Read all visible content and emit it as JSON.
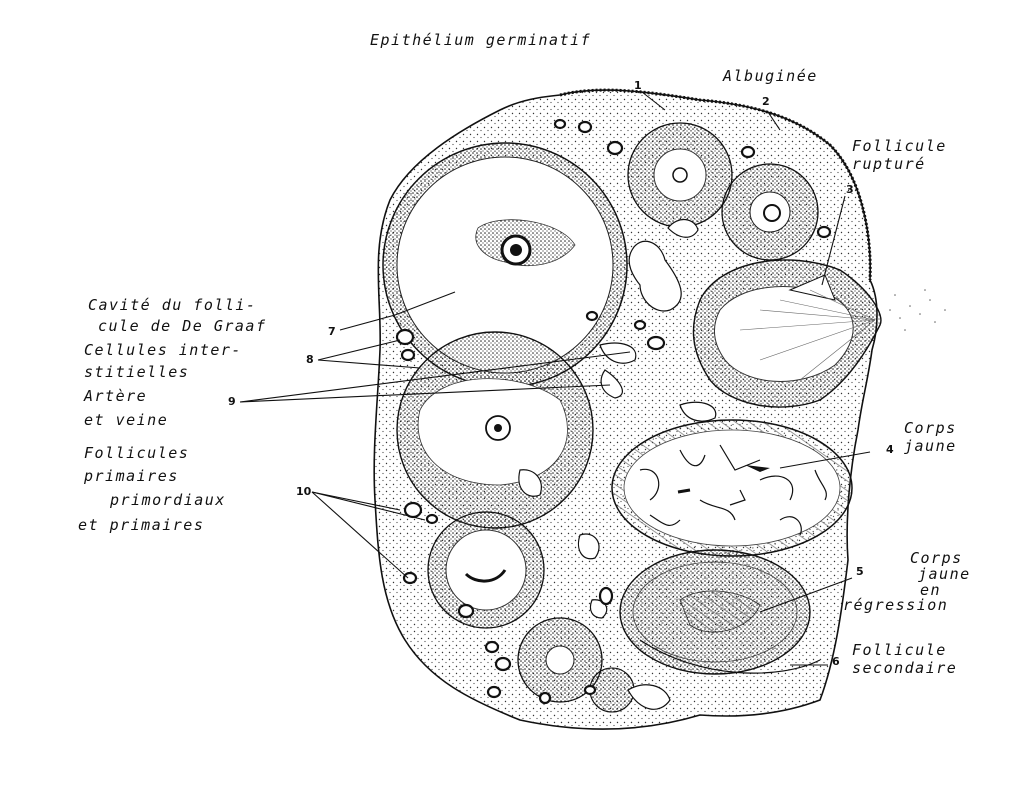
{
  "labels": {
    "epithelium": "Epithélium germinatif",
    "albuginee": "Albuginée",
    "follicule_rupture_1": "Follicule",
    "follicule_rupture_2": "rupturé",
    "cavite_1": "Cavité du folli-",
    "cavite_2": "cule de De Graaf",
    "cellules_1": "Cellules inter-",
    "cellules_2": "stitielles",
    "artere": "Artère",
    "veine": "et veine",
    "follicules_primaires_1": "Follicules",
    "follicules_primaires_2": "primaires",
    "primordiaux": "primordiaux",
    "et_primaires": "et primaires",
    "corps_jaune_1": "Corps",
    "corps_jaune_2": "jaune",
    "regression_1": "Corps",
    "regression_2": "jaune",
    "regression_3": "en",
    "regression_4": "régression",
    "secondaire_1": "Follicule",
    "secondaire_2": "secondaire"
  },
  "numbers": {
    "n1": "1",
    "n2": "2",
    "n3": "3",
    "n4": "4",
    "n5": "5",
    "n6": "6",
    "n7": "7",
    "n8": "8",
    "n9": "9",
    "n10": "10"
  }
}
